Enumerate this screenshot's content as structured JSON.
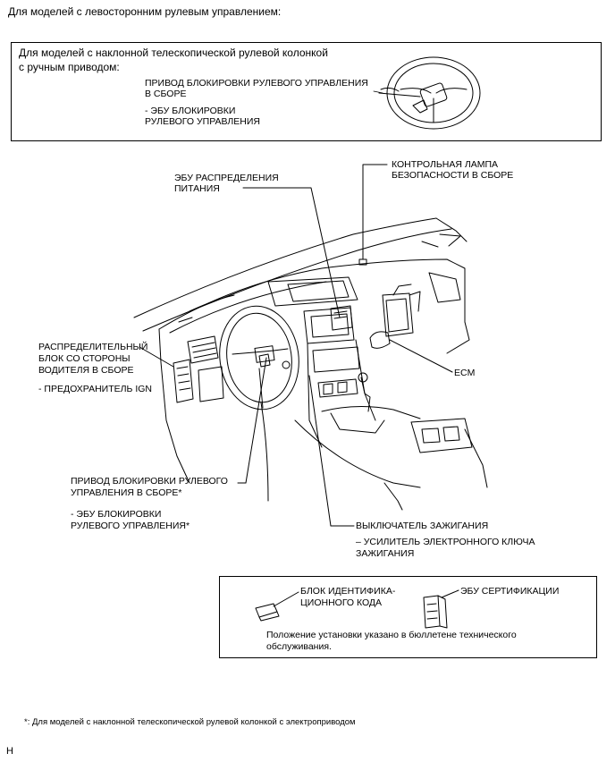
{
  "header": "Для моделей с левосторонним рулевым управлением:",
  "top_box": {
    "title_line1": "Для моделей с наклонной телескопической рулевой колонкой",
    "title_line2": "с ручным приводом:",
    "part1_line1": "ПРИВОД БЛОКИРОВКИ РУЛЕВОГО УПРАВЛЕНИЯ",
    "part1_line2": "В СБОРЕ",
    "part2_line1": "- ЭБУ БЛОКИРОВКИ",
    "part2_line2": "РУЛЕВОГО УПРАВЛЕНИЯ"
  },
  "labels": {
    "power_ecu_line1": "ЭБУ РАСПРЕДЕЛЕНИЯ",
    "power_ecu_line2": "ПИТАНИЯ",
    "security_lamp_line1": "КОНТРОЛЬНАЯ ЛАМПА",
    "security_lamp_line2": "БЕЗОПАСНОСТИ В СБОРЕ",
    "junction_line1": "РАСПРЕДЕЛИТЕЛЬНЫЙ",
    "junction_line2": "БЛОК СО СТОРОНЫ",
    "junction_line3": "ВОДИТЕЛЯ В СБОРЕ",
    "fuse": "- ПРЕДОХРАНИТЕЛЬ IGN",
    "ecm": "ECM",
    "lock_line1": "ПРИВОД БЛОКИРОВКИ РУЛЕВОГО",
    "lock_line2": "УПРАВЛЕНИЯ В СБОРЕ*",
    "lock_ecu_line1": "- ЭБУ БЛОКИРОВКИ",
    "lock_ecu_line2": "РУЛЕВОГО УПРАВЛЕНИЯ*",
    "ignition_switch": "ВЫКЛЮЧАТЕЛЬ ЗАЖИГАНИЯ",
    "amp_line1": "– УСИЛИТЕЛЬ ЭЛЕКТРОННОГО КЛЮЧА",
    "amp_line2": "ЗАЖИГАНИЯ"
  },
  "bottom_box": {
    "id_box_line1": "БЛОК ИДЕНТИФИКА-",
    "id_box_line2": "ЦИОННОГО КОДА",
    "cert_ecu": "ЭБУ СЕРТИФИКАЦИИ",
    "note_line1": "Положение установки указано в бюллетене технического",
    "note_line2": "обслуживания."
  },
  "footnote": "*: Для моделей с наклонной телескопической рулевой колонкой с электроприводом",
  "corner_code": "H"
}
